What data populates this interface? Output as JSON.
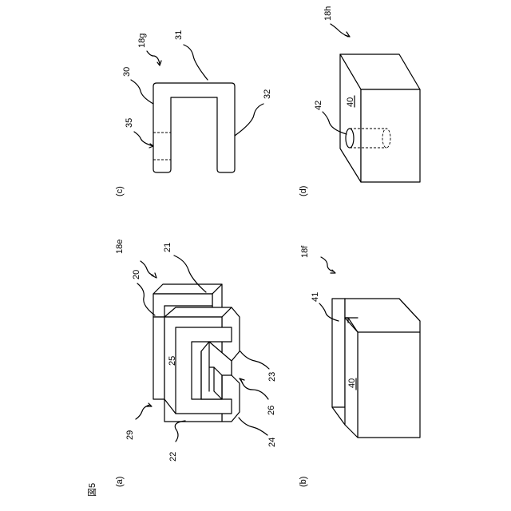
{
  "figure_label": "図5",
  "panels": {
    "a": {
      "label": "(a)",
      "title": "18e",
      "refs": [
        "20",
        "21",
        "22",
        "23",
        "24",
        "25",
        "26",
        "29"
      ]
    },
    "b": {
      "label": "(b)",
      "title": "18f",
      "refs": [
        "41",
        "40"
      ]
    },
    "c": {
      "label": "(c)",
      "title": "18g",
      "refs": [
        "30",
        "31",
        "32",
        "35"
      ]
    },
    "d": {
      "label": "(d)",
      "title": "18h",
      "refs": [
        "42",
        "40"
      ]
    }
  }
}
